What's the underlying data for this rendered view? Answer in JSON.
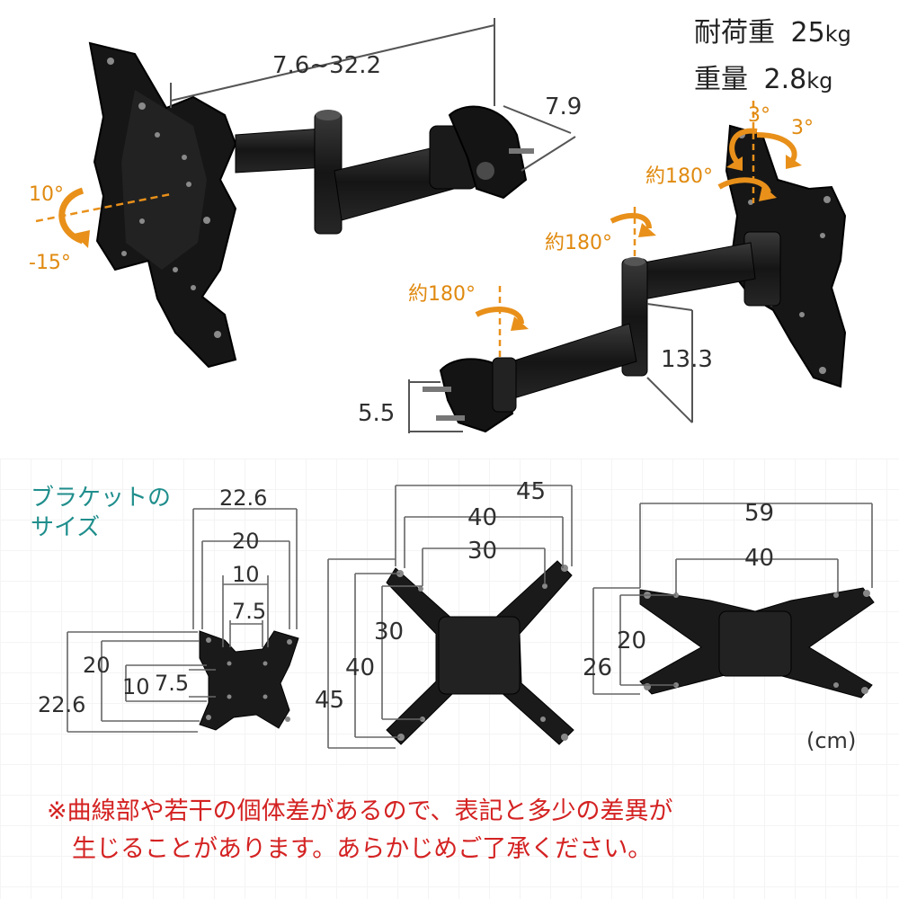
{
  "specs": {
    "load_label": "耐荷重",
    "load_value": "25",
    "load_unit": "kg",
    "weight_label": "重量",
    "weight_value": "2.8",
    "weight_unit": "kg"
  },
  "arm_dims": {
    "extension": "7.6~32.2",
    "clamp_width": "7.9",
    "arm_height": "13.3",
    "clamp_depth": "5.5"
  },
  "angles": {
    "tilt_up": "10°",
    "tilt_down": "-15°",
    "rotate_left": "3°",
    "rotate_right": "3°",
    "swivel_head": "約180°",
    "swivel_mid": "約180°",
    "swivel_base": "約180°"
  },
  "bracket_section": {
    "title_line1": "ブラケットの",
    "title_line2": "サイズ",
    "small": {
      "w_outer": "22.6",
      "w_mid": "20",
      "w_inner": "10",
      "w_core": "7.5",
      "h_mid": "20",
      "h_inner": "10",
      "h_core": "7.5",
      "h_outer": "22.6"
    },
    "medium": {
      "w_outer": "45",
      "w_mid": "40",
      "w_inner": "30",
      "h_inner": "30",
      "h_mid": "40",
      "h_outer": "45"
    },
    "large": {
      "w_outer": "59",
      "w_inner": "40",
      "h_inner": "20",
      "h_outer": "26"
    },
    "unit": "(cm)"
  },
  "note": {
    "line1": "※曲線部や若干の個体差があるので、表記と多少の差異が",
    "line2": "生じることがあります。あらかじめご了承ください。"
  },
  "colors": {
    "accent_orange": "#e8901a",
    "teal": "#1f8e8c",
    "note_red": "#d42222",
    "metal": "#1c1c1c"
  }
}
